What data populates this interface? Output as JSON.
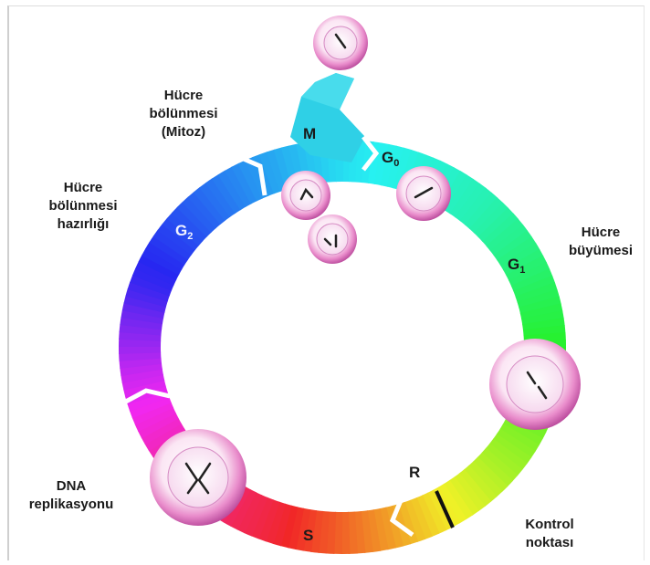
{
  "phases": {
    "m": "M",
    "g0": "G",
    "g0_sub": "0",
    "g1": "G",
    "g1_sub": "1",
    "g2": "G",
    "g2_sub": "2",
    "s": "S",
    "r": "R"
  },
  "labels": {
    "mitosis": [
      "Hücre",
      "bölünmesi",
      "(Mitoz)"
    ],
    "preparation": [
      "Hücre",
      "bölünmesi",
      "hazırlığı"
    ],
    "growth": [
      "Hücre",
      "büyümesi"
    ],
    "dna": [
      "DNA",
      "replikasyonu"
    ],
    "checkpoint": [
      "Kontrol",
      "noktası"
    ]
  },
  "colors": {
    "mitosis": "#2fd3e8",
    "g1": "#3fd24a",
    "g2": "#2a2ee0",
    "s": "#ff2a55",
    "checkpoint_marker": "#111111",
    "cell_fill": "#e9a6d6"
  }
}
